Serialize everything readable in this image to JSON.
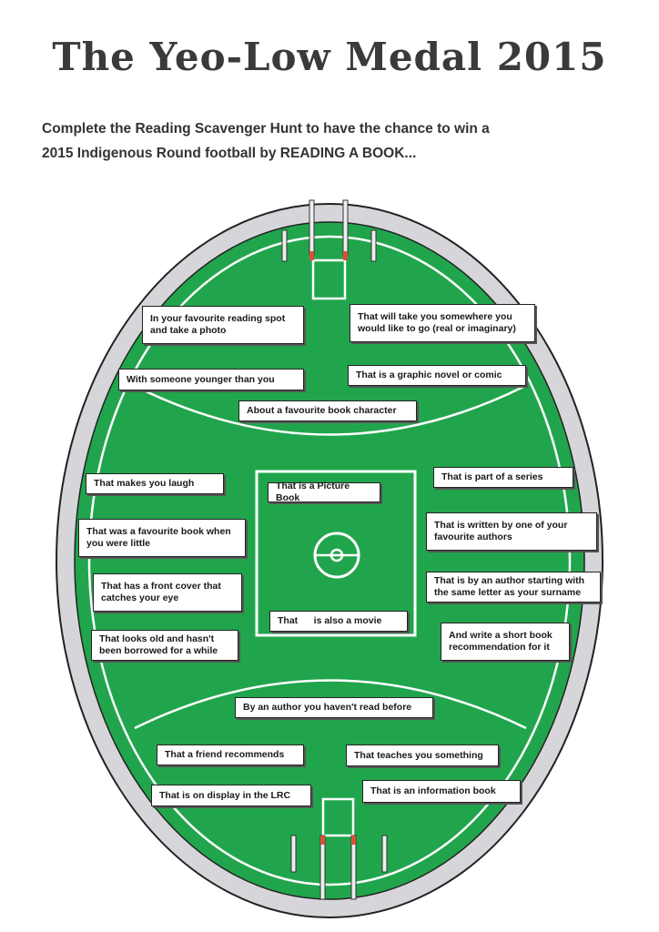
{
  "title": "The Yeo-Low Medal 2015",
  "intro": {
    "line1": "Complete the Reading Scavenger Hunt to have the chance to win a",
    "line2": "2015 Indigenous Round football by READING A BOOK..."
  },
  "colors": {
    "grass": "#21a54c",
    "boundary": "#d6d6da",
    "line": "#ffffff",
    "post_tip": "#d9503a"
  },
  "tasks": [
    "In your favourite reading spot and take a photo",
    "That will take you somewhere you would like to go (real or imaginary)",
    "With someone younger than you",
    "That is a graphic novel or comic",
    "About a favourite book character",
    "That makes you laugh",
    "That is a Picture Book",
    "That is part of a series",
    "That was a favourite book when you were little",
    "That is written by one of your favourite authors",
    "That has a front cover that catches your eye",
    "That is by an author starting with the same letter as your surname",
    "That      is also a movie",
    "That looks old and hasn't been borrowed for a while",
    "And write a short book recommendation for it",
    "By an author you haven't read before",
    "That a friend recommends",
    "That teaches you something",
    "That is on display in the LRC",
    "That is an information book"
  ]
}
